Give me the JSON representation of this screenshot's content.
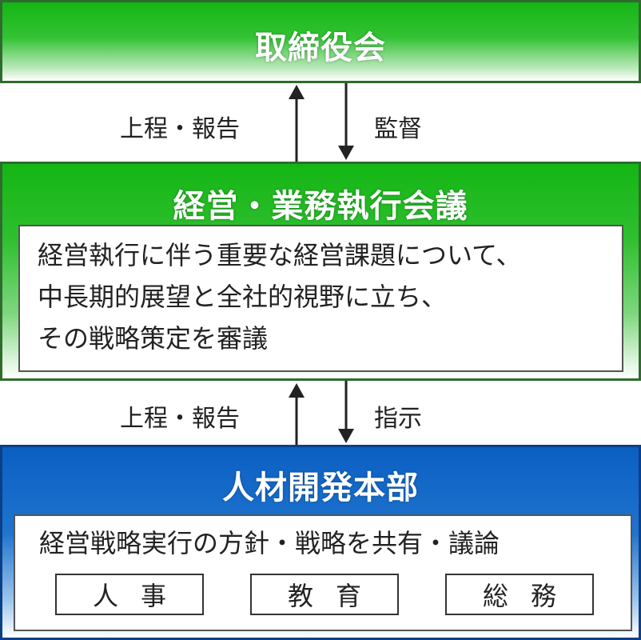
{
  "board": {
    "title": "取締役会"
  },
  "executive": {
    "title": "経営・業務執行会議",
    "description": [
      "経営執行に伴う重要な経営課題について、",
      "中長期的展望と全社的視野に立ち、",
      "その戦略策定を審議"
    ]
  },
  "hr": {
    "title": "人材開発本部",
    "description": "経営戦略実行の方針・戦略を共有・議論",
    "departments": [
      "人事",
      "教育",
      "総務"
    ]
  },
  "connectors": {
    "upper": {
      "up_label": "上程・報告",
      "down_label": "監督"
    },
    "lower": {
      "up_label": "上程・報告",
      "down_label": "指示"
    }
  },
  "colors": {
    "green": "#14b614",
    "green_border": "#2f6b2f",
    "blue": "#0a5fc2",
    "blue_border": "#0b3f86"
  }
}
